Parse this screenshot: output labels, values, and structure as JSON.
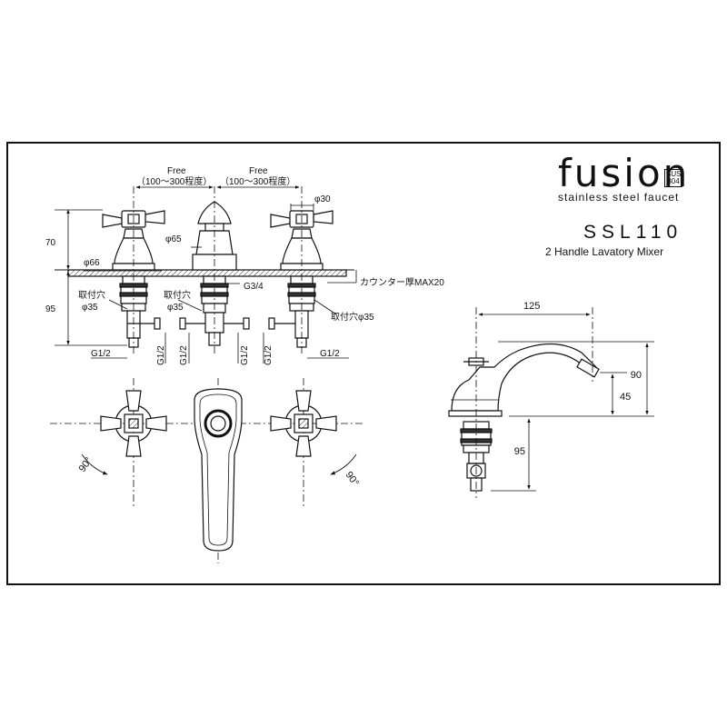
{
  "brand": {
    "name": "fusion",
    "badge_line1": "SUS",
    "badge_line2": "304",
    "tagline": "stainless steel faucet"
  },
  "product": {
    "model": "SSL110",
    "description": "2 Handle Lavatory Mixer"
  },
  "front_view": {
    "free_left": "Free",
    "free_left_range": "（100～300程度）",
    "free_right": "Free",
    "free_right_range": "（100～300程度）",
    "dia30": "φ30",
    "dia65": "φ65",
    "dia66": "φ66",
    "dim70": "70",
    "dim95": "95",
    "g34": "G3/4",
    "counter": "カウンター厚MAX20",
    "hole_left": "取付穴",
    "hole_left_dia": "φ35",
    "hole_mid": "取付穴",
    "hole_mid_dia": "φ35",
    "hole_right": "取付穴φ35",
    "g12_left": "G1/2",
    "g12_right": "G1/2",
    "g12_v1": "G1/2",
    "g12_v2": "G1/2",
    "g12_v3": "G1/2",
    "g12_v4": "G1/2"
  },
  "top_view": {
    "angle_left": "90°",
    "angle_right": "90°"
  },
  "side_view": {
    "dim125": "125",
    "dim90": "90",
    "dim45": "45",
    "dim95": "95"
  }
}
